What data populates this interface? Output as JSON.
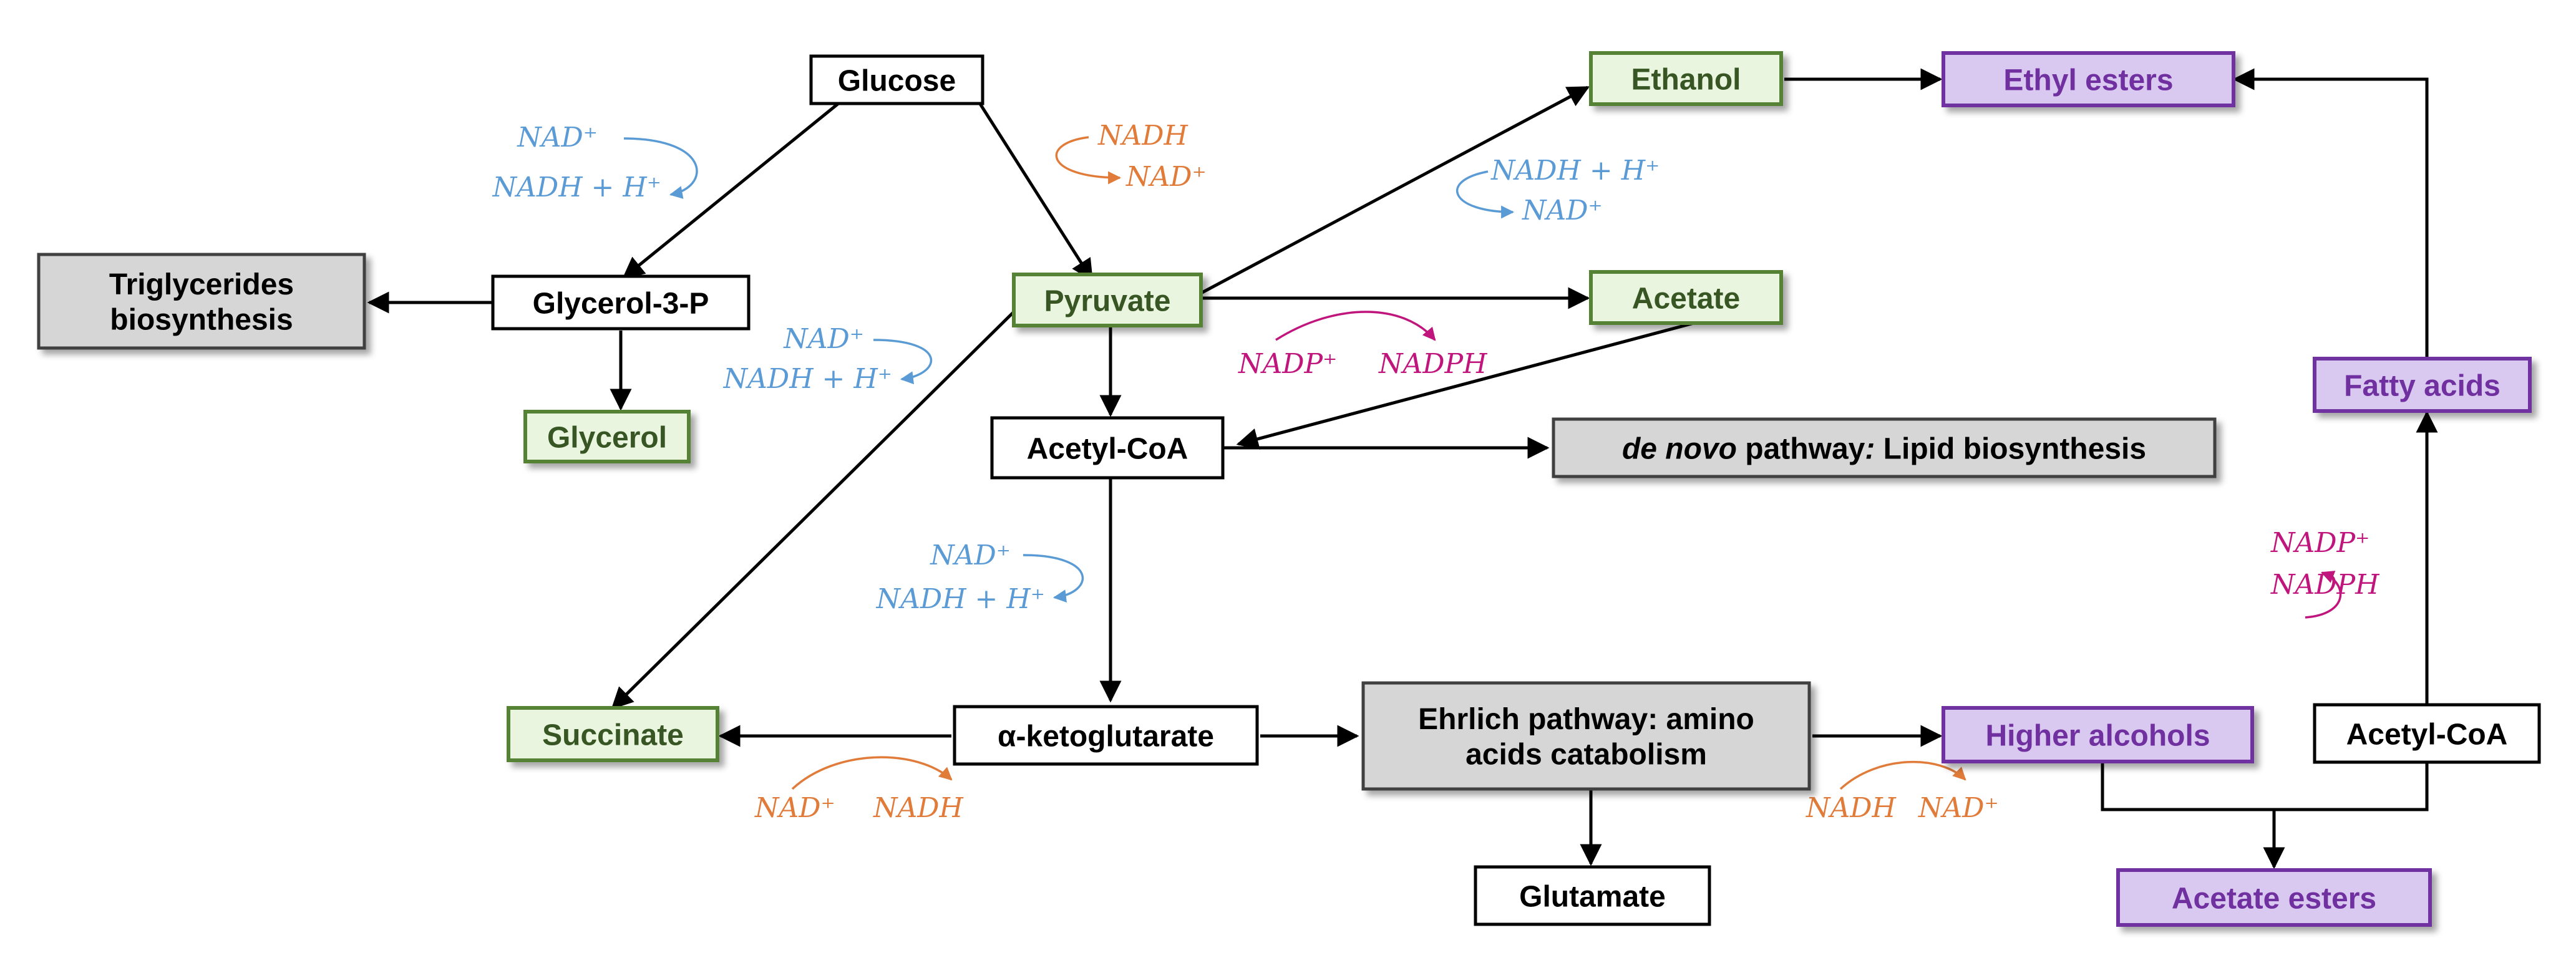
{
  "nodes": {
    "glucose": {
      "lines": [
        "Glucose"
      ],
      "style": "white"
    },
    "glycerol3p": {
      "lines": [
        "Glycerol-3-P"
      ],
      "style": "white"
    },
    "triglycerides": {
      "lines": [
        "Triglycerides",
        "biosynthesis"
      ],
      "style": "gray"
    },
    "glycerol": {
      "lines": [
        "Glycerol"
      ],
      "style": "green"
    },
    "pyruvate": {
      "lines": [
        "Pyruvate"
      ],
      "style": "green"
    },
    "ethanol": {
      "lines": [
        "Ethanol"
      ],
      "style": "green"
    },
    "acetate": {
      "lines": [
        "Acetate"
      ],
      "style": "green"
    },
    "ethyl_esters": {
      "lines": [
        "Ethyl esters"
      ],
      "style": "purple"
    },
    "acetylcoa_center": {
      "lines": [
        "Acetyl-CoA"
      ],
      "style": "white"
    },
    "denovo": {
      "lines": [],
      "style": "gray",
      "segments": [
        {
          "text": "de novo",
          "italic": true
        },
        {
          "text": " pathway",
          "italic": false
        },
        {
          "text": ":",
          "italic": true
        },
        {
          "text": " Lipid biosynthesis",
          "italic": false
        }
      ]
    },
    "fatty_acids": {
      "lines": [
        "Fatty acids"
      ],
      "style": "purple"
    },
    "succinate": {
      "lines": [
        "Succinate"
      ],
      "style": "green"
    },
    "akg": {
      "lines": [
        "α-ketoglutarate"
      ],
      "style": "white"
    },
    "ehrlich": {
      "lines": [
        "Ehrlich pathway: amino",
        "acids catabolism"
      ],
      "style": "gray"
    },
    "higher_alcohols": {
      "lines": [
        "Higher alcohols"
      ],
      "style": "purple"
    },
    "acetylcoa_right": {
      "lines": [
        "Acetyl-CoA"
      ],
      "style": "white"
    },
    "glutamate": {
      "lines": [
        "Glutamate"
      ],
      "style": "white"
    },
    "acetate_esters": {
      "lines": [
        "Acetate esters"
      ],
      "style": "purple"
    }
  },
  "cofactors": [
    {
      "id": "c1",
      "top": "NAD⁺",
      "bottom": "NADH + H⁺",
      "color": "#5b9bd5"
    },
    {
      "id": "c2",
      "top": "NADH",
      "bottom": "NAD⁺",
      "color": "#e07b39"
    },
    {
      "id": "c3",
      "top": "NADH + H⁺",
      "bottom": "NAD⁺",
      "color": "#5b9bd5"
    },
    {
      "id": "c4",
      "top": "NAD⁺",
      "bottom": "NADH + H⁺",
      "color": "#5b9bd5"
    },
    {
      "id": "c5",
      "left": "NADP⁺",
      "right": "NADPH",
      "color": "#c0157d"
    },
    {
      "id": "c6",
      "top": "NAD⁺",
      "bottom": "NADH + H⁺",
      "color": "#5b9bd5"
    },
    {
      "id": "c7",
      "left": "NAD⁺",
      "right": "NADH",
      "color": "#e07b39"
    },
    {
      "id": "c8",
      "left": "NADH",
      "right": "NAD⁺",
      "color": "#e07b39"
    },
    {
      "id": "c9",
      "top": "NADP⁺",
      "bottom": "NADPH",
      "color": "#c0157d"
    }
  ],
  "colors": {
    "white_fill": "#ffffff",
    "green_fill": "#eaf5df",
    "green_stroke": "#548235",
    "green_text": "#375623",
    "purple_fill": "#d9c8f0",
    "purple_stroke": "#7030a0",
    "purple_text": "#7030a0",
    "gray_fill": "#d6d6d6",
    "gray_stroke": "#404040",
    "black": "#000000"
  }
}
